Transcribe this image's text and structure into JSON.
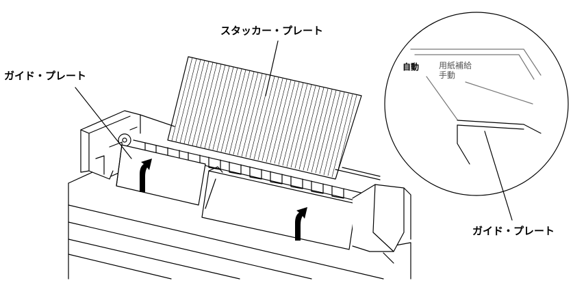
{
  "labels": {
    "stacker_plate": "スタッカー・プレート",
    "guide_plate_left": "ガイド・プレート",
    "guide_plate_right": "ガイド・プレート",
    "inset_auto": "自動",
    "inset_manual_line1": "用紙補給",
    "inset_manual_line2": "手動"
  },
  "colors": {
    "line": "#000000",
    "inset_gray": "#777777",
    "background": "#ffffff"
  },
  "icons": [
    "curved-arrow-icon",
    "curved-arrow-icon"
  ]
}
